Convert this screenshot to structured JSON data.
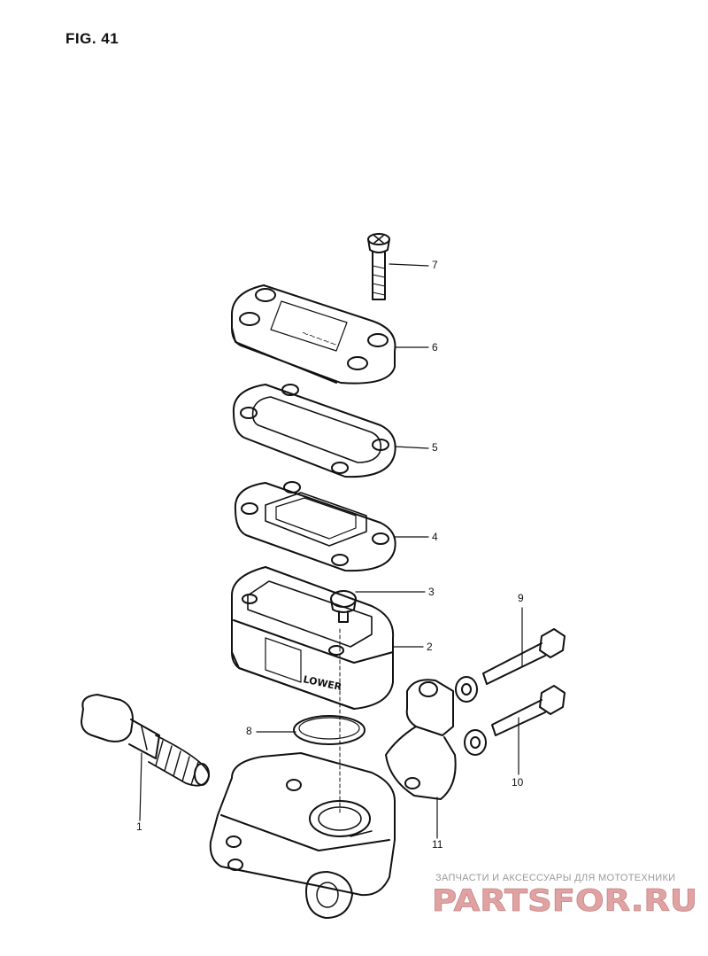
{
  "figure": {
    "title": "FIG. 41"
  },
  "callouts": [
    {
      "id": "1",
      "label": "1"
    },
    {
      "id": "2",
      "label": "2"
    },
    {
      "id": "3",
      "label": "3"
    },
    {
      "id": "4",
      "label": "4"
    },
    {
      "id": "5",
      "label": "5"
    },
    {
      "id": "6",
      "label": "6"
    },
    {
      "id": "7",
      "label": "7"
    },
    {
      "id": "8",
      "label": "8"
    },
    {
      "id": "9",
      "label": "9"
    },
    {
      "id": "10",
      "label": "10"
    },
    {
      "id": "11",
      "label": "11"
    }
  ],
  "part_markings": {
    "reservoir_text": "LOWER"
  },
  "watermark": {
    "subtitle": "ЗАПЧАСТИ И АКСЕССУАРЫ ДЛЯ МОТОТЕХНИКИ",
    "brand": "PARTSFOR.RU",
    "color": "#e0a3a3"
  }
}
